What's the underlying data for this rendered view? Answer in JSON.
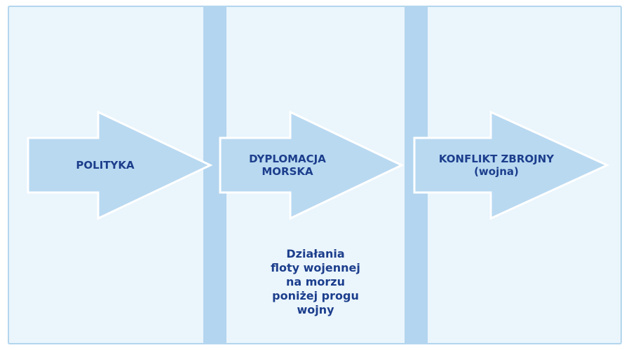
{
  "diagram": {
    "columns": [
      {
        "arrow_lines": [
          "POLITYKA"
        ]
      },
      {
        "arrow_lines": [
          "DYPLOMACJA",
          "MORSKA"
        ],
        "note_lines": [
          "Działania",
          "floty wojennej",
          "na morzu",
          "poniżej progu",
          "wojny"
        ]
      },
      {
        "arrow_lines": [
          "KONFLIKT ZBROJNY",
          "(wojna)"
        ]
      }
    ]
  },
  "colors": {
    "background": "#eaf5fc",
    "separator": "#b3d5ef",
    "arrow_fill": "#b9d9f1",
    "arrow_stroke": "#ffffff",
    "text": "#1c3e8c"
  }
}
